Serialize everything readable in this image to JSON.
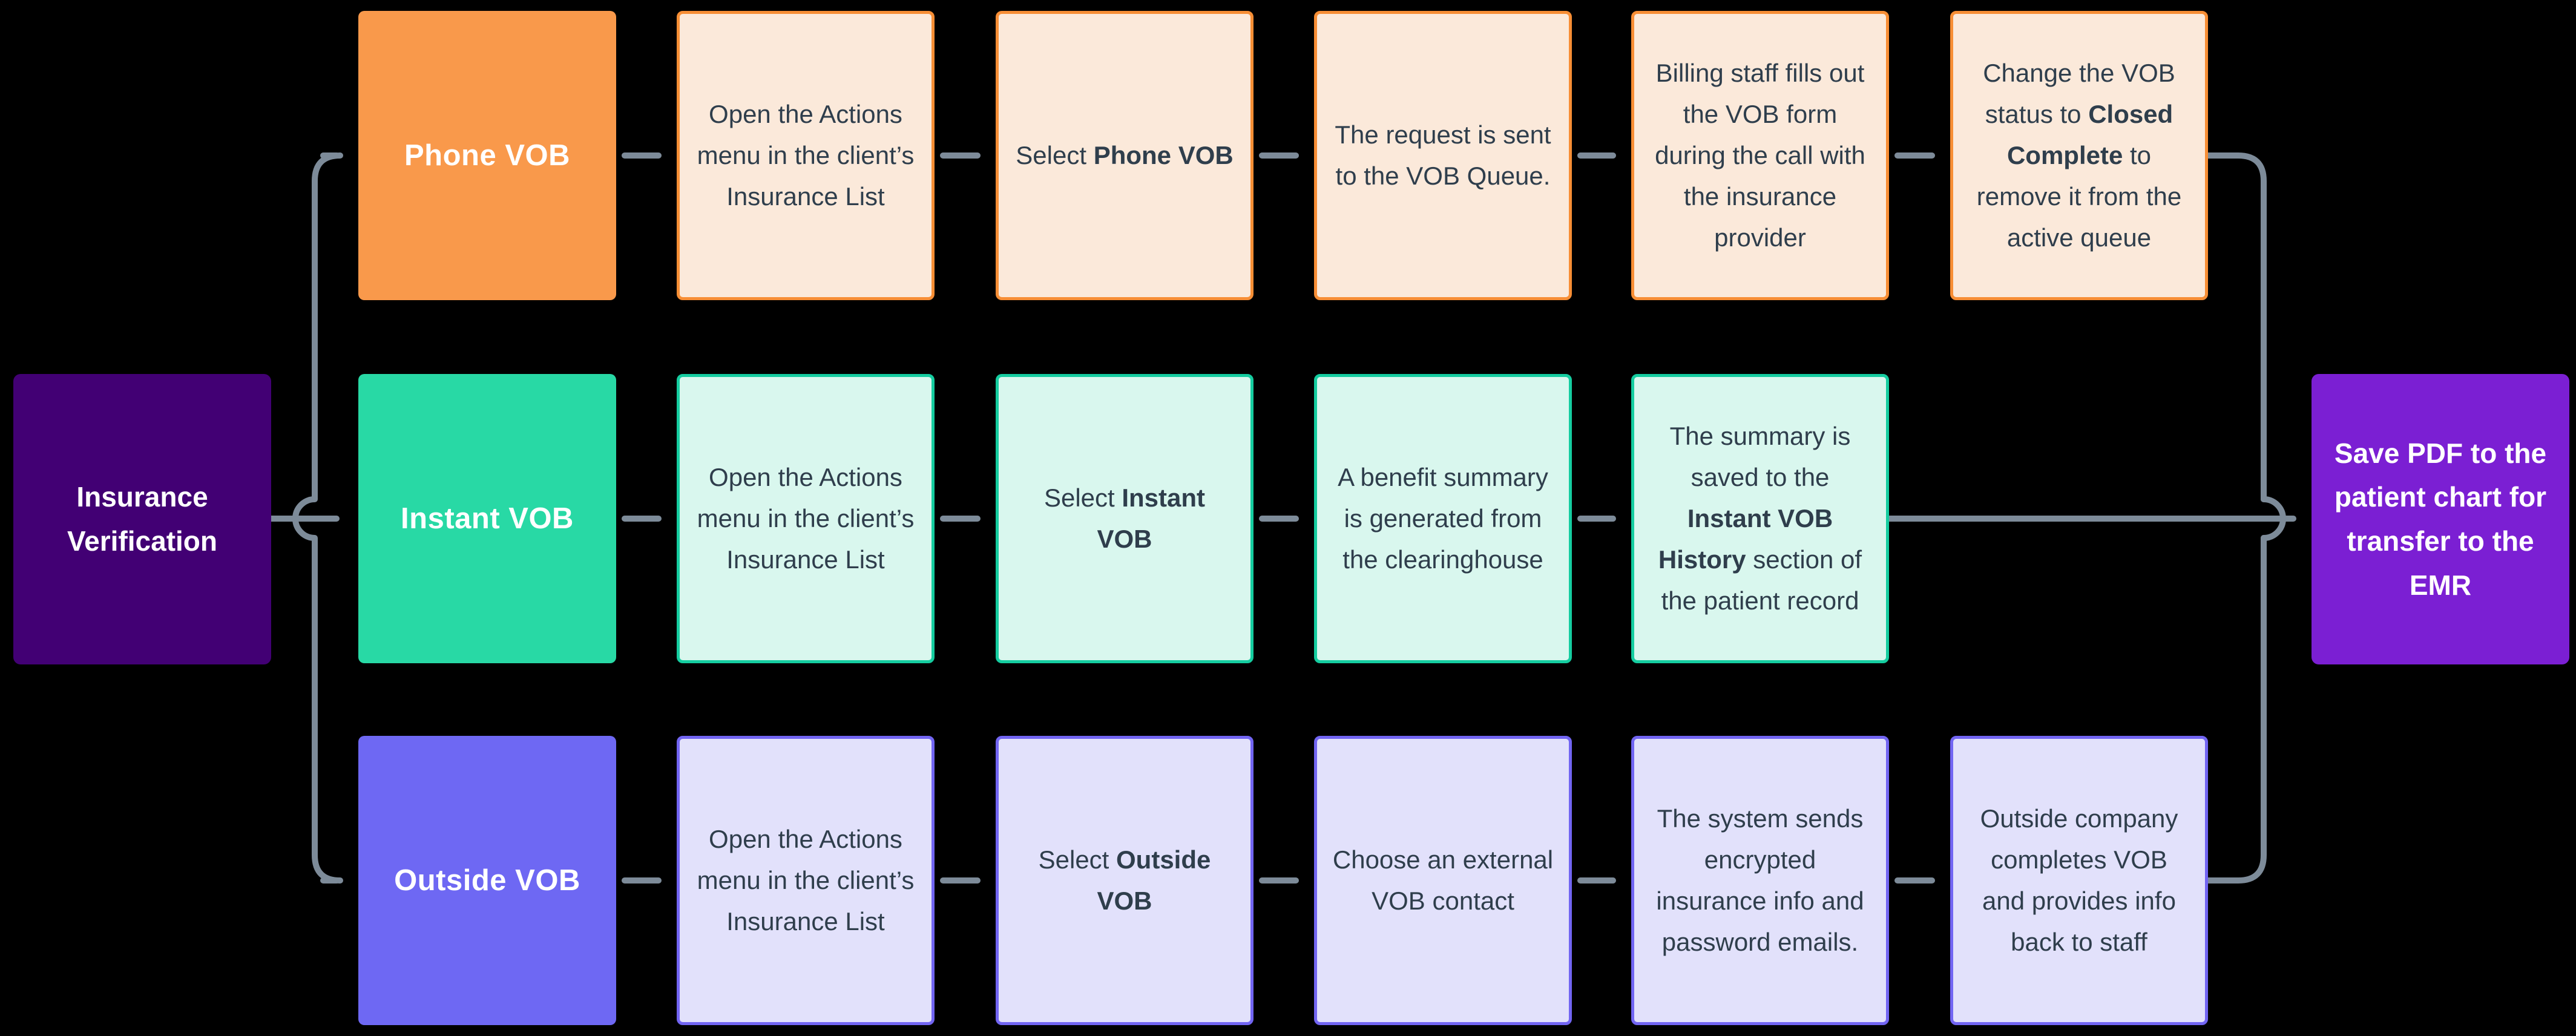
{
  "title": "Insurance Verification VOB workflow flowchart",
  "colors": {
    "background": "#000000",
    "arrow": "#7D8B99",
    "text_dark": "#2F3E4C",
    "text_light": "#FFFFFF",
    "start_bg": "#420074",
    "end_bg": "#7B1FD3"
  },
  "start": {
    "label": "Insurance Verification"
  },
  "end": {
    "label": "Save PDF to the patient chart for transfer to the EMR"
  },
  "rows": [
    {
      "id": "phone-vob",
      "header": "Phone VOB",
      "theme": {
        "header_bg": "#F9994B",
        "step_bg": "#FBE9DA",
        "step_border": "#F78E35"
      },
      "steps": [
        {
          "parts": [
            {
              "t": "Open the Actions menu in the client’s Insurance List"
            }
          ]
        },
        {
          "parts": [
            {
              "t": "Select "
            },
            {
              "t": "Phone VOB",
              "bold": true
            }
          ]
        },
        {
          "parts": [
            {
              "t": "The request is sent to the VOB Queue."
            }
          ]
        },
        {
          "parts": [
            {
              "t": "Billing staff fills out the VOB form during the call with the insurance provider"
            }
          ]
        },
        {
          "parts": [
            {
              "t": "Change the VOB status to "
            },
            {
              "t": "Closed Complete",
              "bold": true
            },
            {
              "t": " to remove it from the active queue"
            }
          ]
        }
      ]
    },
    {
      "id": "instant-vob",
      "header": "Instant VOB",
      "theme": {
        "header_bg": "#28D9A5",
        "step_bg": "#D9F7EE",
        "step_border": "#15CDA0"
      },
      "steps": [
        {
          "parts": [
            {
              "t": "Open the Actions menu in the client’s Insurance List"
            }
          ]
        },
        {
          "parts": [
            {
              "t": "Select "
            },
            {
              "t": "Instant VOB",
              "bold": true
            }
          ]
        },
        {
          "parts": [
            {
              "t": "A benefit summary is generated from the clearinghouse"
            }
          ]
        },
        {
          "parts": [
            {
              "t": "The summary is saved to the "
            },
            {
              "t": "Instant VOB History",
              "bold": true
            },
            {
              "t": " section of the patient record"
            }
          ]
        }
      ]
    },
    {
      "id": "outside-vob",
      "header": "Outside VOB",
      "theme": {
        "header_bg": "#6E68F3",
        "step_bg": "#E2E1FB",
        "step_border": "#7265F2"
      },
      "steps": [
        {
          "parts": [
            {
              "t": "Open the Actions menu in the client’s Insurance List"
            }
          ]
        },
        {
          "parts": [
            {
              "t": "Select "
            },
            {
              "t": "Outside VOB",
              "bold": true
            }
          ]
        },
        {
          "parts": [
            {
              "t": "Choose an external VOB contact"
            }
          ]
        },
        {
          "parts": [
            {
              "t": "The system sends encrypted insurance info and password emails."
            }
          ]
        },
        {
          "parts": [
            {
              "t": "Outside company completes VOB and provides info back to staff"
            }
          ]
        }
      ]
    }
  ]
}
